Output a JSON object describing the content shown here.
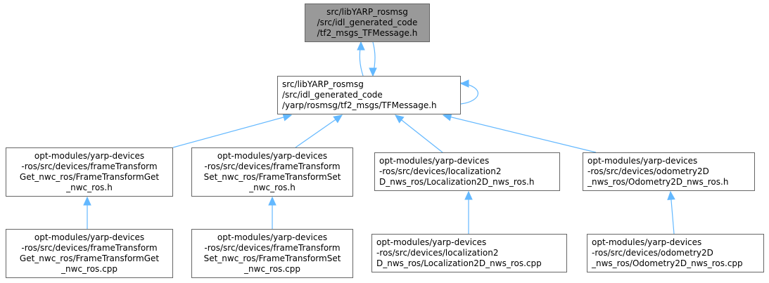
{
  "colors": {
    "edge": "#63b8ff",
    "border": "#666666",
    "focus_fill": "#999999",
    "node_fill": "#ffffff"
  },
  "nodes": [
    {
      "id": "n0",
      "focus": true,
      "align": "center",
      "lines": [
        "src/libYARP_rosmsg",
        "/src/idl_generated_code",
        "/tf2_msgs_TFMessage.h"
      ]
    },
    {
      "id": "n1",
      "focus": false,
      "align": "left",
      "lines": [
        "src/libYARP_rosmsg",
        "/src/idl_generated_code",
        "/yarp/rosmsg/tf2_msgs/TFMessage.h"
      ]
    },
    {
      "id": "n2",
      "focus": false,
      "align": "center",
      "lines": [
        "opt-modules/yarp-devices",
        "-ros/src/devices/frameTransform",
        "Get_nwc_ros/FrameTransformGet",
        "_nwc_ros.h"
      ]
    },
    {
      "id": "n3",
      "focus": false,
      "align": "center",
      "lines": [
        "opt-modules/yarp-devices",
        "-ros/src/devices/frameTransform",
        "Set_nwc_ros/FrameTransformSet",
        "_nwc_ros.h"
      ]
    },
    {
      "id": "n4",
      "focus": false,
      "align": "left",
      "lines": [
        "opt-modules/yarp-devices",
        "-ros/src/devices/localization2",
        "D_nws_ros/Localization2D_nws_ros.h"
      ]
    },
    {
      "id": "n5",
      "focus": false,
      "align": "left",
      "lines": [
        "opt-modules/yarp-devices",
        "-ros/src/devices/odometry2D",
        "_nws_ros/Odometry2D_nws_ros.h"
      ]
    },
    {
      "id": "n6",
      "focus": false,
      "align": "center",
      "lines": [
        "opt-modules/yarp-devices",
        "-ros/src/devices/frameTransform",
        "Get_nwc_ros/FrameTransformGet",
        "_nwc_ros.cpp"
      ]
    },
    {
      "id": "n7",
      "focus": false,
      "align": "center",
      "lines": [
        "opt-modules/yarp-devices",
        "-ros/src/devices/frameTransform",
        "Set_nwc_ros/FrameTransformSet",
        "_nwc_ros.cpp"
      ]
    },
    {
      "id": "n8",
      "focus": false,
      "align": "left",
      "lines": [
        "opt-modules/yarp-devices",
        "-ros/src/devices/localization2",
        "D_nws_ros/Localization2D_nws_ros.cpp"
      ]
    },
    {
      "id": "n9",
      "focus": false,
      "align": "left",
      "lines": [
        "opt-modules/yarp-devices",
        "-ros/src/devices/odometry2D",
        "_nws_ros/Odometry2D_nws_ros.cpp"
      ]
    }
  ],
  "edges": [
    {
      "from": "n1",
      "to": "n0"
    },
    {
      "from": "n0",
      "to": "n1"
    },
    {
      "from": "n1",
      "to": "n1"
    },
    {
      "from": "n2",
      "to": "n1"
    },
    {
      "from": "n3",
      "to": "n1"
    },
    {
      "from": "n4",
      "to": "n1"
    },
    {
      "from": "n5",
      "to": "n1"
    },
    {
      "from": "n6",
      "to": "n2"
    },
    {
      "from": "n7",
      "to": "n3"
    },
    {
      "from": "n8",
      "to": "n4"
    },
    {
      "from": "n9",
      "to": "n5"
    }
  ]
}
